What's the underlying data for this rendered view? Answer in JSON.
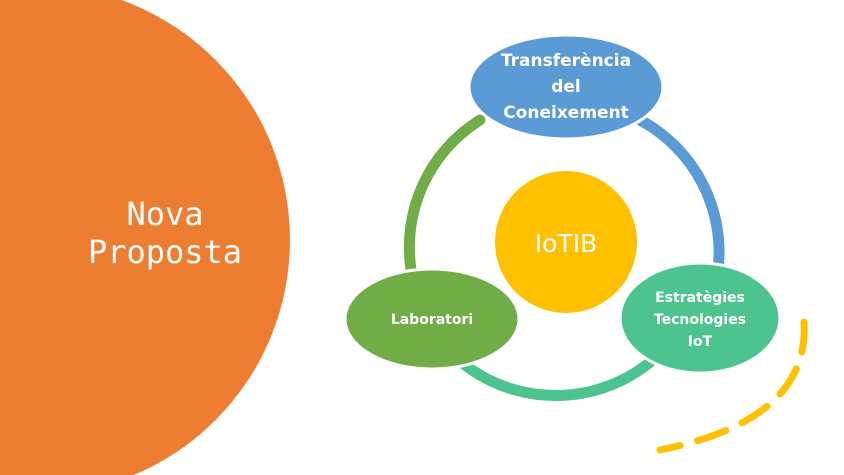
{
  "slide": {
    "title_line1": "Nova",
    "title_line2": "Proposta"
  },
  "diagram": {
    "center": "IoTIB",
    "top": [
      "Transferència",
      "del",
      "Coneixement"
    ],
    "right": [
      "Estratègies",
      "Tecnologies",
      "IoT"
    ],
    "left": "Laboratori"
  },
  "colors": {
    "background_circle": "#ED7D31",
    "center_circle": "#FFC000",
    "top_node": "#5B9BD5",
    "right_node": "#4DC490",
    "left_node": "#70AD47",
    "dash_accent": "#FFC000"
  }
}
